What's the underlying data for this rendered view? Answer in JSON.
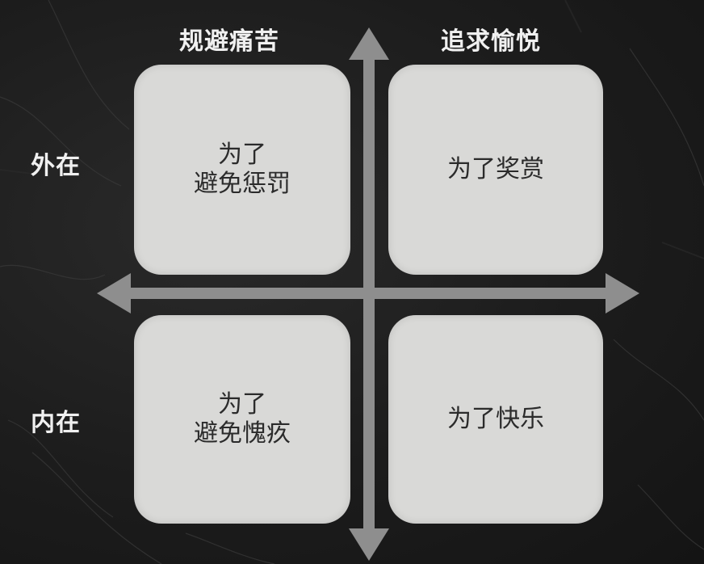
{
  "headers": {
    "column_left": "规避痛苦",
    "column_right": "追求愉悦",
    "row_top": "外在",
    "row_bottom": "内在"
  },
  "quadrants": {
    "top_left": "为了\n避免惩罚",
    "top_right": "为了奖赏",
    "bottom_left": "为了\n避免愧疚",
    "bottom_right": "为了快乐"
  },
  "colors": {
    "background": "#1d1d1d",
    "card": "#d9d9d7",
    "axis": "#8e8e8e",
    "header_text": "#f0f0f0",
    "card_text": "#2b2b2b"
  }
}
